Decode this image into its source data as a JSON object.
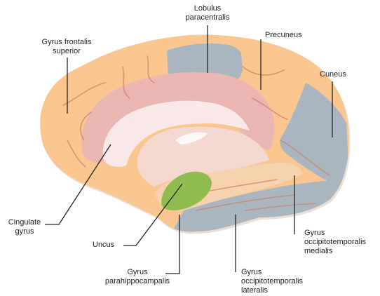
{
  "labels": {
    "lobulus_paracentralis": [
      "Lobulus",
      "paracentralis"
    ],
    "precuneus": [
      "Precuneus"
    ],
    "gyrus_frontalis_superior": [
      "Gyrus frontalis",
      "superior"
    ],
    "cuneus": [
      "Cuneus"
    ],
    "cingulate_gyrus": [
      "Cingulate",
      "gyrus"
    ],
    "uncus": [
      "Uncus"
    ],
    "gyrus_occipitotemporalis_medialis": [
      "Gyrus",
      "occipitotemporalis",
      "medialis"
    ],
    "gyrus_parahippocampalis": [
      "Gyrus",
      "parahippocampalis"
    ],
    "gyrus_occipitotemporalis_lateralis": [
      "Gyrus",
      "occipitotemporalis",
      "lateralis"
    ]
  },
  "colors": {
    "cortex_orange": "#f9c690",
    "gray_region": "#a9b6bf",
    "cingulate_pink": "#e9b6b2",
    "inner_pale": "#f5d8cf",
    "uncus_green": "#8fbc4f",
    "leader_line": "#222222"
  }
}
